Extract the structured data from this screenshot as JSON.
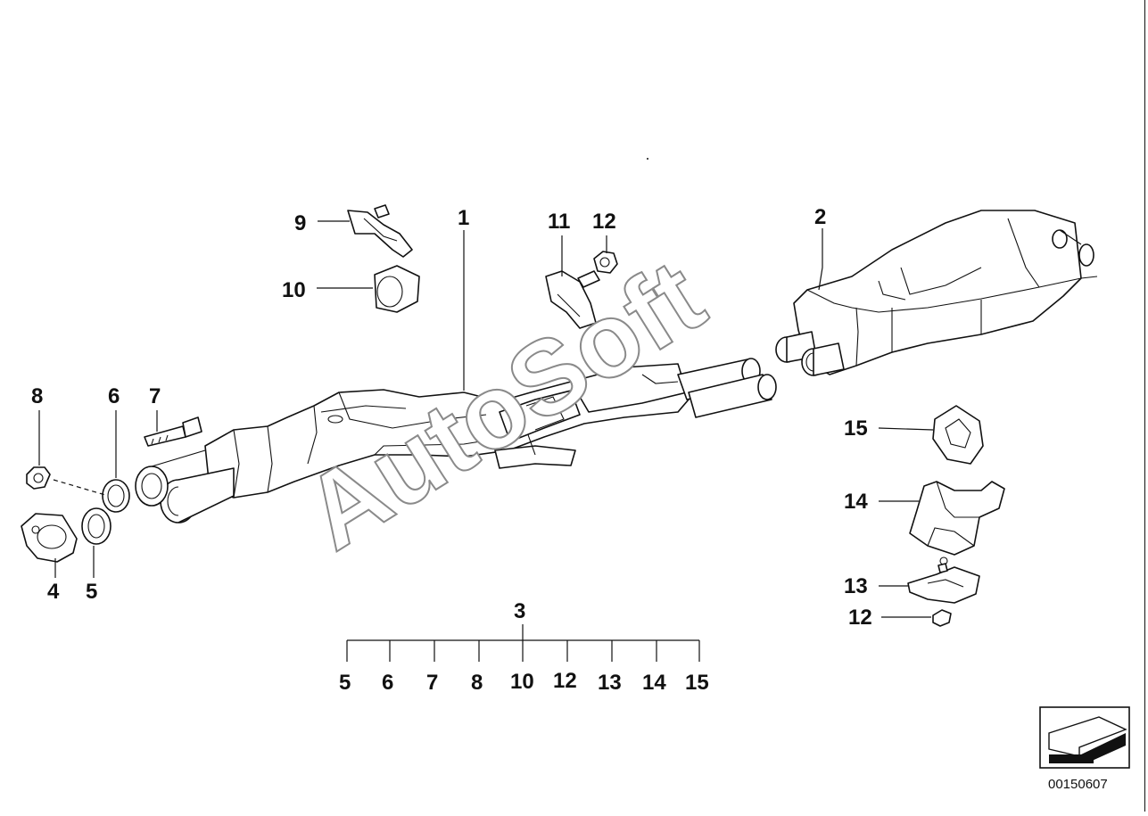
{
  "diagram": {
    "callouts": [
      {
        "id": "c1",
        "text": "1"
      },
      {
        "id": "c2",
        "text": "2"
      },
      {
        "id": "c3",
        "text": "3"
      },
      {
        "id": "c4",
        "text": "4"
      },
      {
        "id": "c5",
        "text": "5"
      },
      {
        "id": "c6",
        "text": "6"
      },
      {
        "id": "c7",
        "text": "7"
      },
      {
        "id": "c8",
        "text": "8"
      },
      {
        "id": "c9",
        "text": "9"
      },
      {
        "id": "c10",
        "text": "10"
      },
      {
        "id": "c11",
        "text": "11"
      },
      {
        "id": "c12a",
        "text": "12"
      },
      {
        "id": "c12b",
        "text": "12"
      },
      {
        "id": "c13",
        "text": "13"
      },
      {
        "id": "c14",
        "text": "14"
      },
      {
        "id": "c15",
        "text": "15"
      }
    ],
    "kit_group": {
      "label": "3",
      "members": [
        "5",
        "6",
        "7",
        "8",
        "10",
        "12",
        "13",
        "14",
        "15"
      ]
    },
    "watermark": "AutoSoft",
    "reference_number": "00150607"
  }
}
